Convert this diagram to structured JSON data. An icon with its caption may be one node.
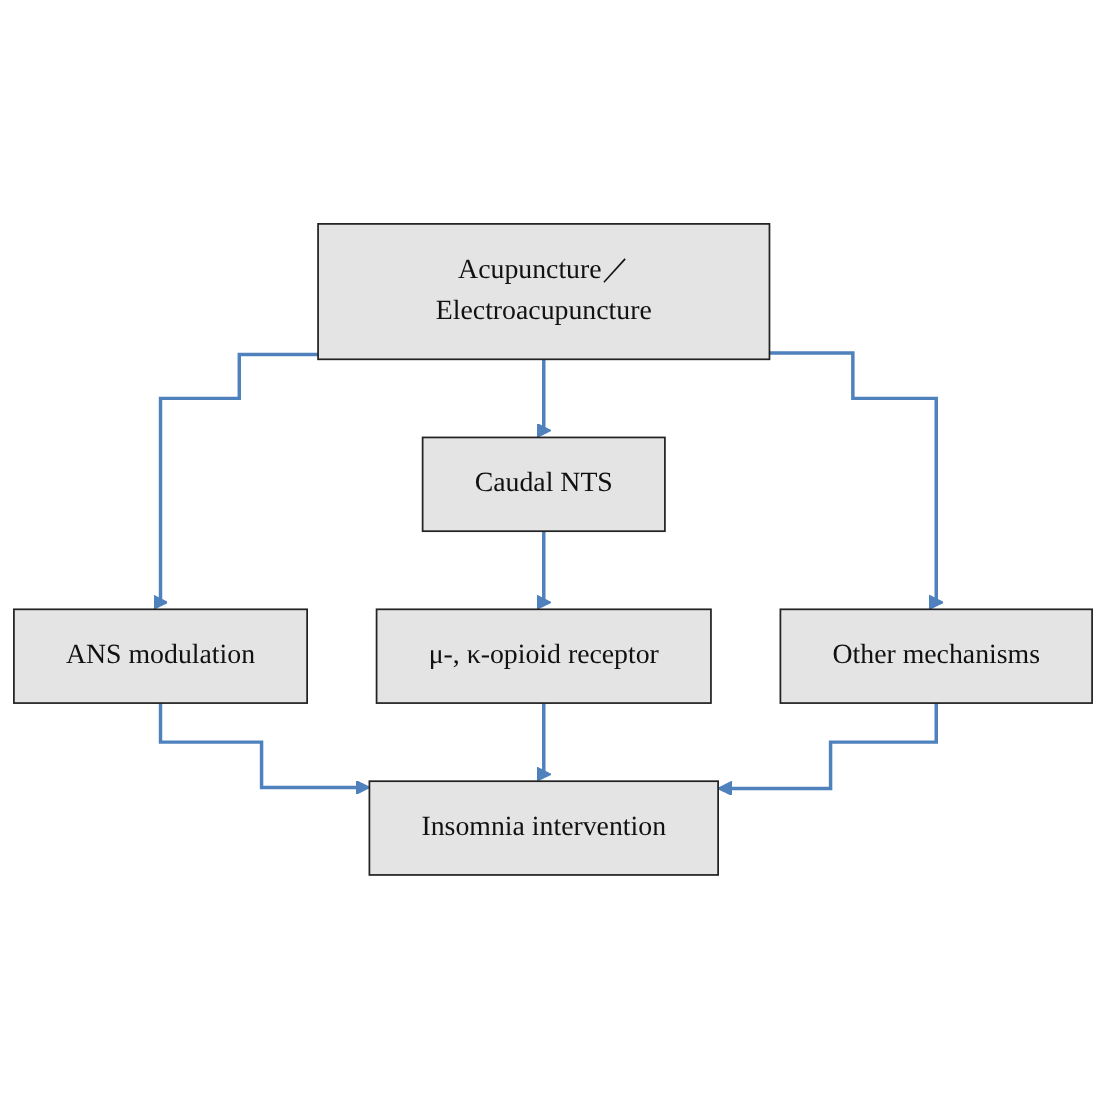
{
  "diagram": {
    "nodes": [
      {
        "text": [
          "Acupuncture／Electroacupuncture"
        ]
      },
      {
        "text": [
          "ANS modulation"
        ]
      },
      {
        "text": [
          "Caudal NTS"
        ]
      },
      {
        "text": [
          "Other mechanisms"
        ]
      },
      {
        "text": [
          "μ-, κ-opioid receptor"
        ]
      },
      {
        "text": [
          "Insomnia intervention"
        ]
      }
    ],
    "edges": [
      {
        "from": 0,
        "to": 1,
        "arrow": "to"
      },
      {
        "from": 0,
        "to": 2,
        "arrow": "to"
      },
      {
        "from": 0,
        "to": 3,
        "arrow": "to"
      },
      {
        "from": 2,
        "to": 4,
        "arrow": "to"
      },
      {
        "from": 1,
        "to": 5,
        "arrow": "to"
      },
      {
        "from": 4,
        "to": 5,
        "arrow": "to"
      },
      {
        "from": 3,
        "to": 5,
        "arrow": "to"
      }
    ]
  }
}
